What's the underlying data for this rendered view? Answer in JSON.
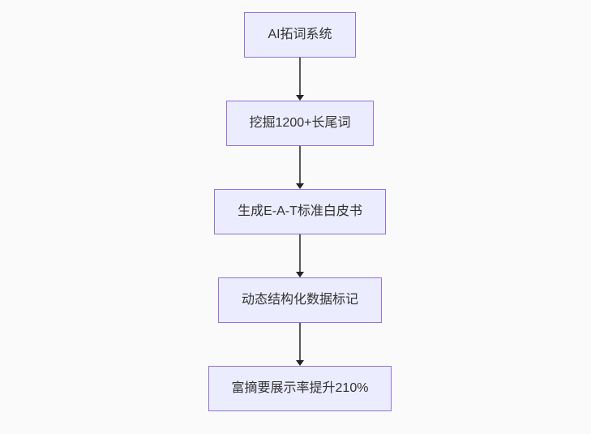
{
  "page": {
    "background_color": "#fafafa"
  },
  "flowchart": {
    "type": "flowchart",
    "direction": "top-down",
    "node_fill_color": "#ECECFF",
    "node_border_color": "#9370DB",
    "node_text_color": "#333333",
    "edge_color": "#333333",
    "nodes": [
      {
        "label": "AI拓词系统"
      },
      {
        "label": "挖掘1200+长尾词"
      },
      {
        "label": "生成E-A-T标准白皮书"
      },
      {
        "label": "动态结构化数据标记"
      },
      {
        "label": "富摘要展示率提升210%"
      }
    ],
    "edges": [
      {
        "from": "AI拓词系统",
        "to": "挖掘1200+长尾词"
      },
      {
        "from": "挖掘1200+长尾词",
        "to": "生成E-A-T标准白皮书"
      },
      {
        "from": "生成E-A-T标准白皮书",
        "to": "动态结构化数据标记"
      },
      {
        "from": "动态结构化数据标记",
        "to": "富摘要展示率提升210%"
      }
    ]
  }
}
